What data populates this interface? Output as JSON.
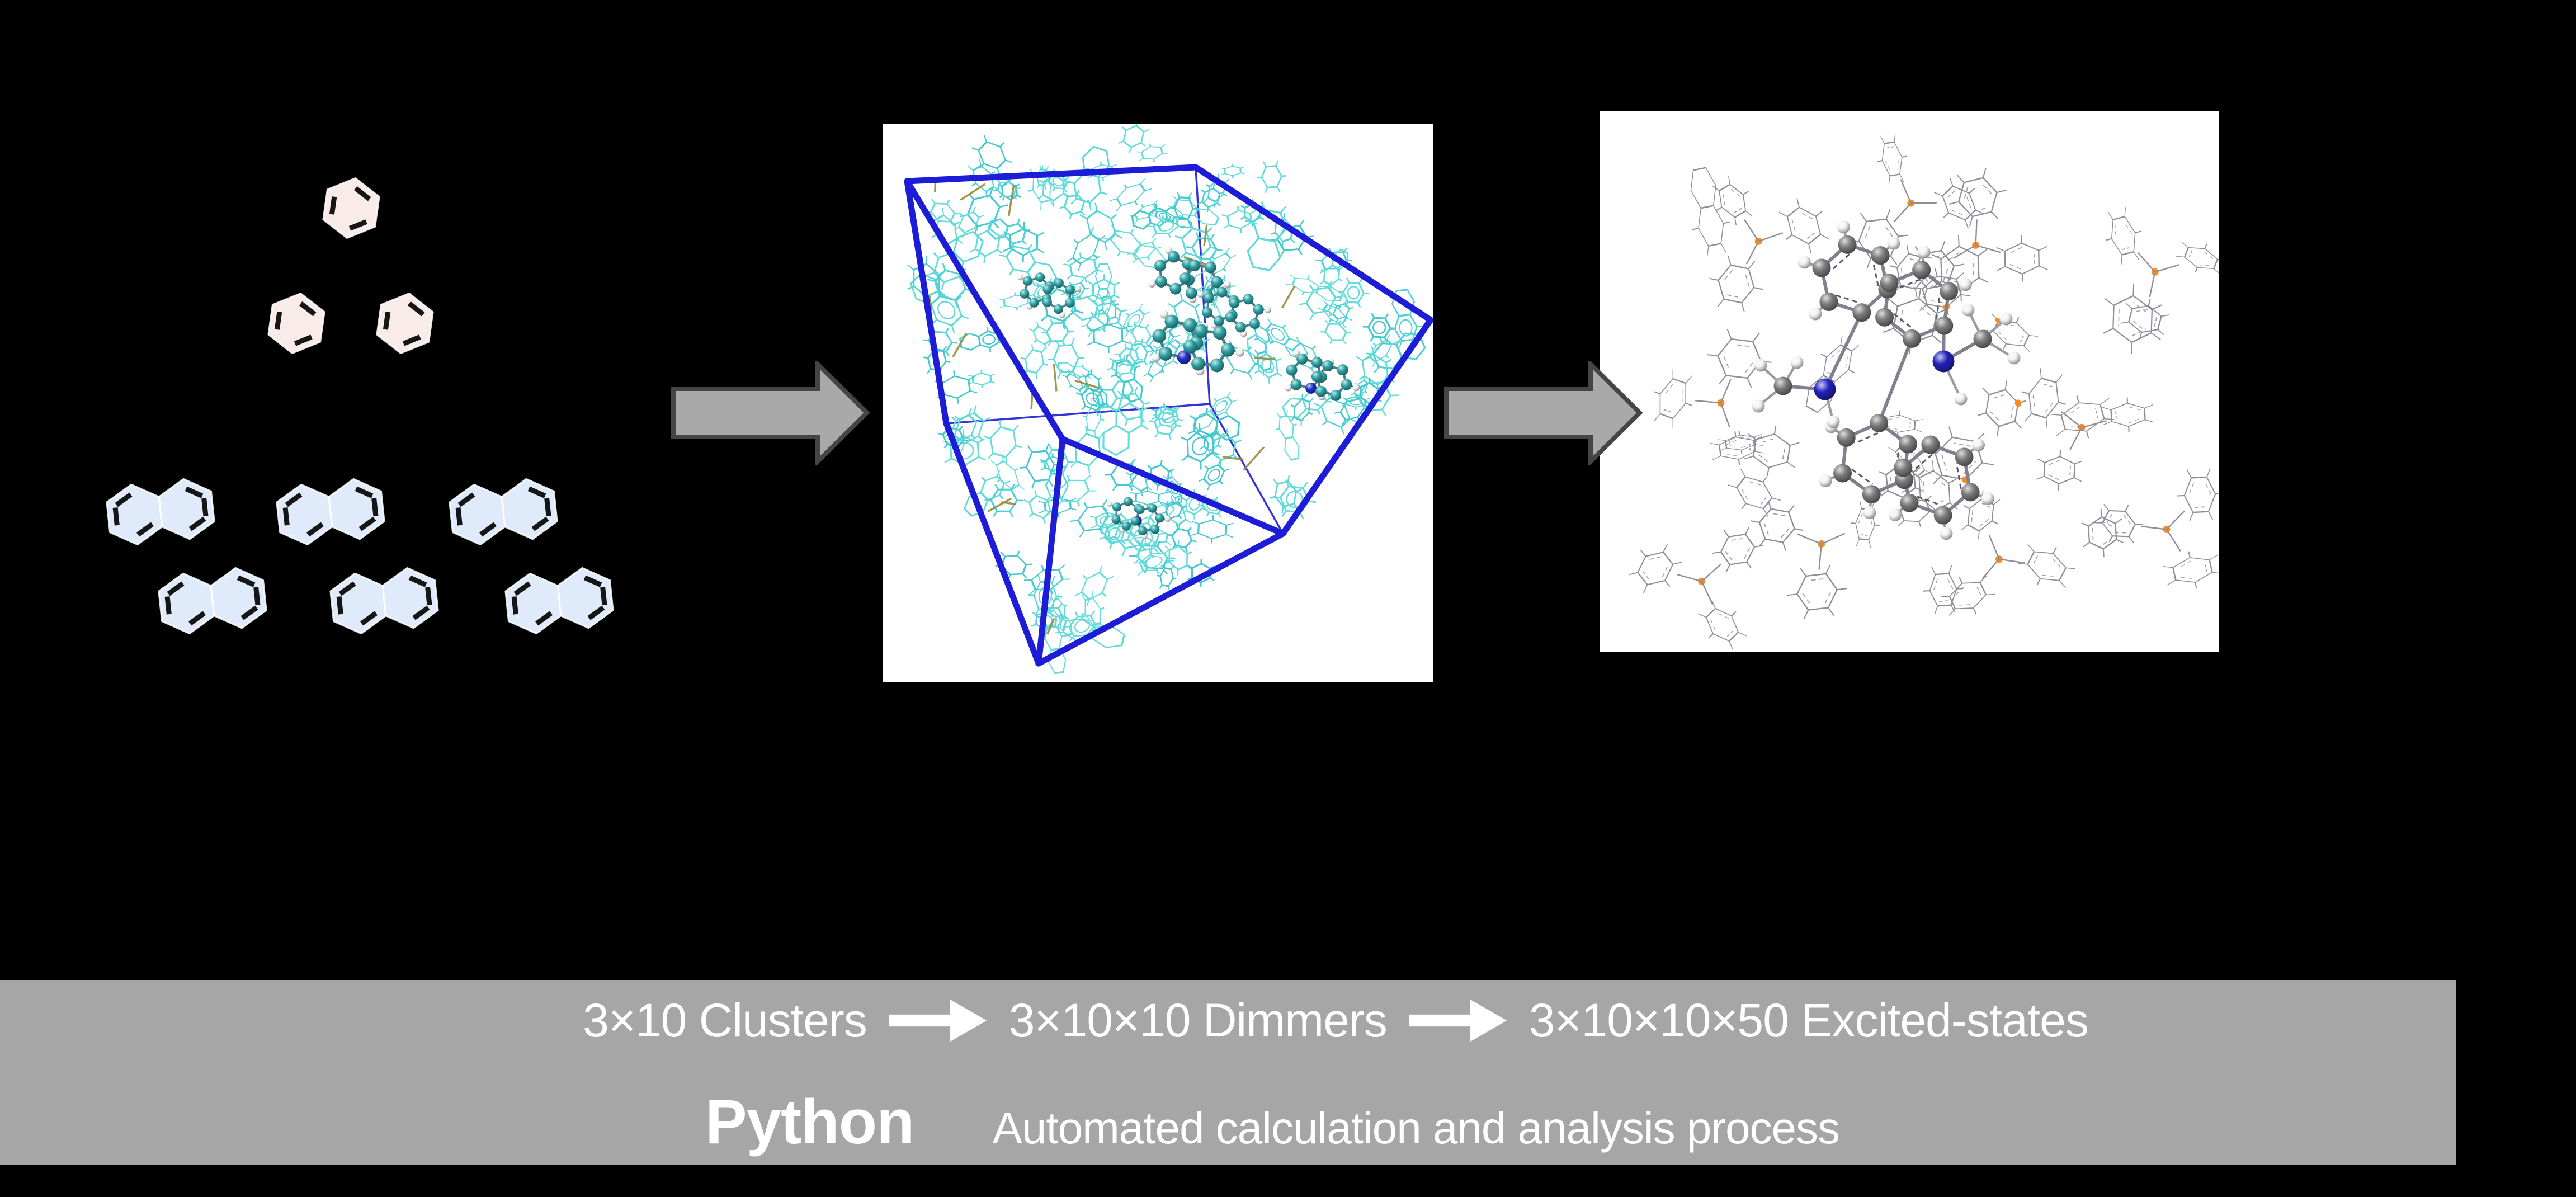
{
  "scene": {
    "background": "#000000"
  },
  "pipeline": {
    "banner_bg": "#a6a6a6",
    "text_color": "#ffffff",
    "arrow_color": "#ffffff",
    "steps": [
      "3×10 Clusters",
      "3×10×10 Dimmers",
      "3×10×10×50 Excited-states"
    ],
    "tool": "Python",
    "description": "Automated calculation and analysis process"
  },
  "panel_arrow": {
    "fill": "#a9a9a9",
    "stroke": "#454545"
  },
  "left_figure": {
    "monomer_count": 3,
    "dimer_count": 6,
    "monomer_fill": "#f9ebe7",
    "dimer_fill": "#dfeafa",
    "bond_color": "#161616"
  },
  "md_box": {
    "background": "#ffffff",
    "edge_color": "#1d1dd8",
    "solvent_colors": [
      "#4fd2d6",
      "#5cd9d9",
      "#43c8ce",
      "#66dddd"
    ],
    "stick_color": "#9b8b3c",
    "carbon_color": "#2fa3a6",
    "hydrogen_color": "#f4f4f4",
    "nitrogen_color": "#2330c8",
    "bond_color": "#4e7e85"
  },
  "qm_cluster": {
    "background": "#ffffff",
    "wire_color": "#8e8e98",
    "phosphorus_color": "#ff8c1a",
    "carbon_color": "#7c7c7c",
    "hydrogen_color": "#f2f2f2",
    "nitrogen_color": "#2222bc",
    "bond_color": "#80808f"
  }
}
